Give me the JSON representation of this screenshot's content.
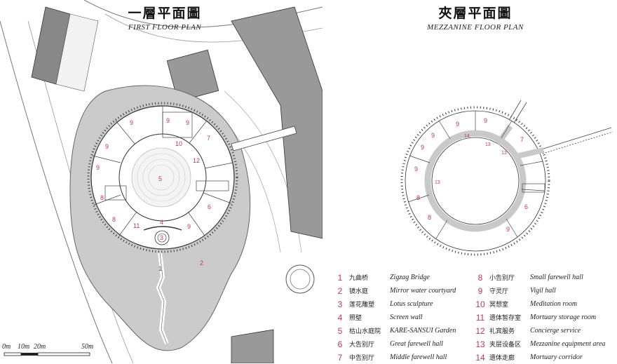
{
  "left_plan": {
    "title_cn": "一層平面圖",
    "title_en": "FIRST FLOOR PLAN"
  },
  "right_plan": {
    "title_cn": "夾層平面圖",
    "title_en": "MEZZANINE FLOOR PLAN"
  },
  "scale_bar": {
    "labels": [
      "0m",
      "10m",
      "20m",
      "50m"
    ]
  },
  "legend": [
    {
      "num": "1",
      "cn": "九曲桥",
      "en": "Zigzag Bridge"
    },
    {
      "num": "2",
      "cn": "镜水庭",
      "en": "Mirror water courtyard"
    },
    {
      "num": "3",
      "cn": "莲花雕塑",
      "en": "Lotus sculpture"
    },
    {
      "num": "4",
      "cn": "照壁",
      "en": "Screen wall"
    },
    {
      "num": "5",
      "cn": "枯山水庭院",
      "en": "KARE-SANSUI Garden"
    },
    {
      "num": "6",
      "cn": "大告别厅",
      "en": "Great farewell hall"
    },
    {
      "num": "7",
      "cn": "中告别厅",
      "en": "Middle farewell hall"
    },
    {
      "num": "8",
      "cn": "小告别厅",
      "en": "Small farewell hall"
    },
    {
      "num": "9",
      "cn": "守灵厅",
      "en": "Vigil hall"
    },
    {
      "num": "10",
      "cn": "冥想室",
      "en": "Meditation room"
    },
    {
      "num": "11",
      "cn": "遗体暂存室",
      "en": "Mortuary storage room"
    },
    {
      "num": "12",
      "cn": "礼宾服务",
      "en": "Concierge service"
    },
    {
      "num": "13",
      "cn": "夹层设备区",
      "en": "Mezzanine equipment area"
    },
    {
      "num": "14",
      "cn": "遗体走廊",
      "en": "Mortuary corridor"
    }
  ],
  "plan_labels": {
    "first": {
      "l1": "1",
      "l2": "2",
      "l3": "3",
      "l4": "4",
      "l5": "5",
      "l6": "6",
      "l7": "7",
      "l8": "8",
      "l9": "9",
      "l10": "10",
      "l11": "11",
      "l12": "12"
    },
    "mezz": {
      "l6": "6",
      "l7": "7",
      "l8": "8",
      "l9": "9",
      "l13": "13",
      "l14": "14"
    }
  },
  "colors": {
    "accent": "#c0394b",
    "water": "#c8c8c8",
    "line": "#333333"
  }
}
